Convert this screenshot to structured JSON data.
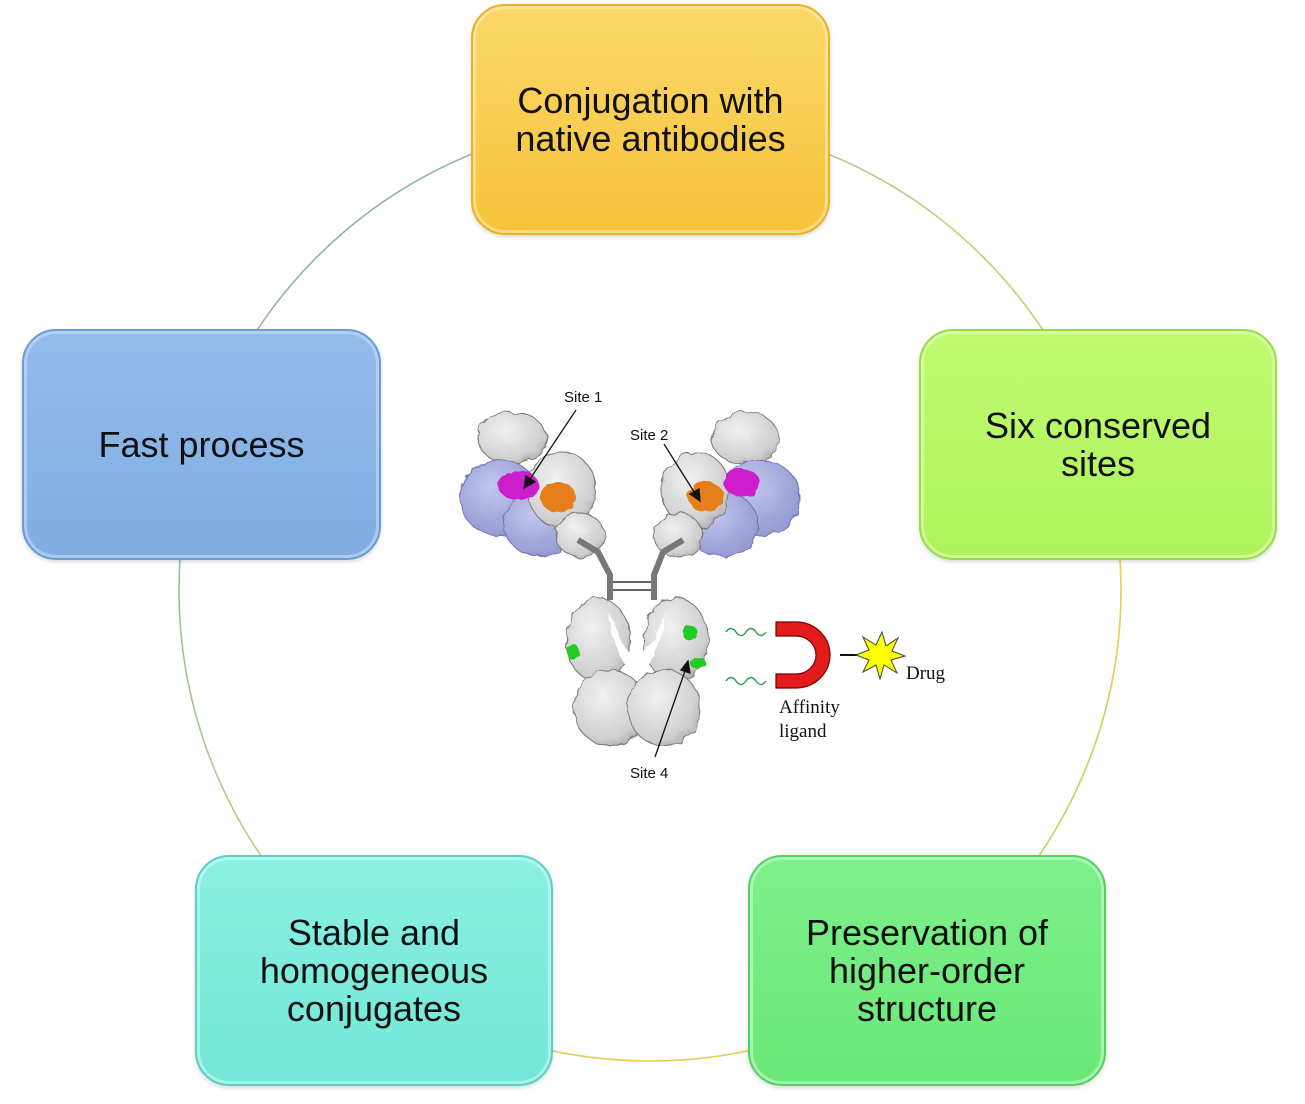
{
  "boxes": {
    "top": "Conjugation with\nnative antibodies",
    "left": "Fast process",
    "right": "Six conserved\nsites",
    "bottom_left": "Stable and\nhomogeneous\nconjugates",
    "bottom_right": "Preservation of\nhigher-order\nstructure"
  },
  "figure": {
    "site1": "Site 1",
    "site2": "Site 2",
    "site4": "Site 4",
    "drug": "Drug",
    "affinity_line1": "Affinity",
    "affinity_line2": "ligand"
  },
  "colors": {
    "box_top": "#f7c33a",
    "box_left": "#82ade3",
    "box_right": "#aef35c",
    "box_bottom_left": "#74e7d7",
    "box_bottom_right": "#6be878",
    "site1_magenta": "#cc1acc",
    "site2_orange": "#e67e1e",
    "site4_green": "#22cc22",
    "ligand_red": "#e31b1b",
    "drug_yellow": "#ffff00",
    "light_chain": "#a9aee0",
    "heavy_chain": "#d8d8d8"
  }
}
